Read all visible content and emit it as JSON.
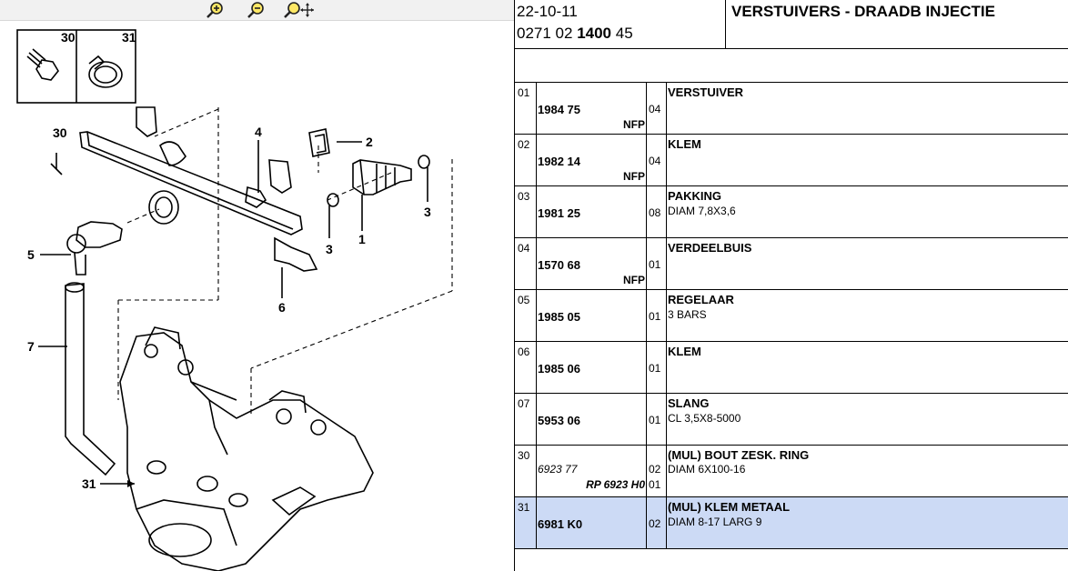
{
  "toolbar": {
    "zoom_in_icon": "zoom-in-icon",
    "zoom_out_icon": "zoom-out-icon",
    "zoom_pan_icon": "zoom-pan-icon",
    "icon_color": "#e8c400"
  },
  "diagram": {
    "inset_labels": [
      "30",
      "31"
    ],
    "callouts": [
      "30",
      "4",
      "2",
      "3",
      "1",
      "3",
      "5",
      "6",
      "7",
      "31"
    ]
  },
  "header": {
    "date": "22-10-11",
    "code_prefix": "0271 02 ",
    "code_bold": "1400",
    "code_suffix": " 45",
    "title": "VERSTUIVERS - DRAADB INJECTIE"
  },
  "parts": [
    {
      "num": "01",
      "ref": "1984 75",
      "nfp": "NFP",
      "qty": "04",
      "name": "VERSTUIVER",
      "desc": ""
    },
    {
      "num": "02",
      "ref": "1982 14",
      "nfp": "NFP",
      "qty": "04",
      "name": "KLEM",
      "desc": ""
    },
    {
      "num": "03",
      "ref": "1981 25",
      "nfp": "",
      "qty": "08",
      "name": "PAKKING",
      "desc": "DIAM 7,8X3,6"
    },
    {
      "num": "04",
      "ref": "1570 68",
      "nfp": "NFP",
      "qty": "01",
      "name": "VERDEELBUIS",
      "desc": ""
    },
    {
      "num": "05",
      "ref": "1985 05",
      "nfp": "",
      "qty": "01",
      "name": "REGELAAR",
      "desc": "3 BARS"
    },
    {
      "num": "06",
      "ref": "1985 06",
      "nfp": "",
      "qty": "01",
      "name": "KLEM",
      "desc": ""
    },
    {
      "num": "07",
      "ref": "5953 06",
      "nfp": "",
      "qty": "01",
      "name": "SLANG",
      "desc": "CL 3,5X8-5000"
    },
    {
      "num": "30",
      "ref": "6923 77",
      "nfp": "RP 6923 H0",
      "qty": "02",
      "qty2": "01",
      "name": "(MUL) BOUT ZESK. RING",
      "desc": "DIAM 6X100-16"
    },
    {
      "num": "31",
      "ref": "6981 K0",
      "nfp": "",
      "qty": "02",
      "name": "(MUL) KLEM METAAL",
      "desc": "DIAM 8-17 LARG 9"
    }
  ],
  "selected_color": "#ccdaf5"
}
